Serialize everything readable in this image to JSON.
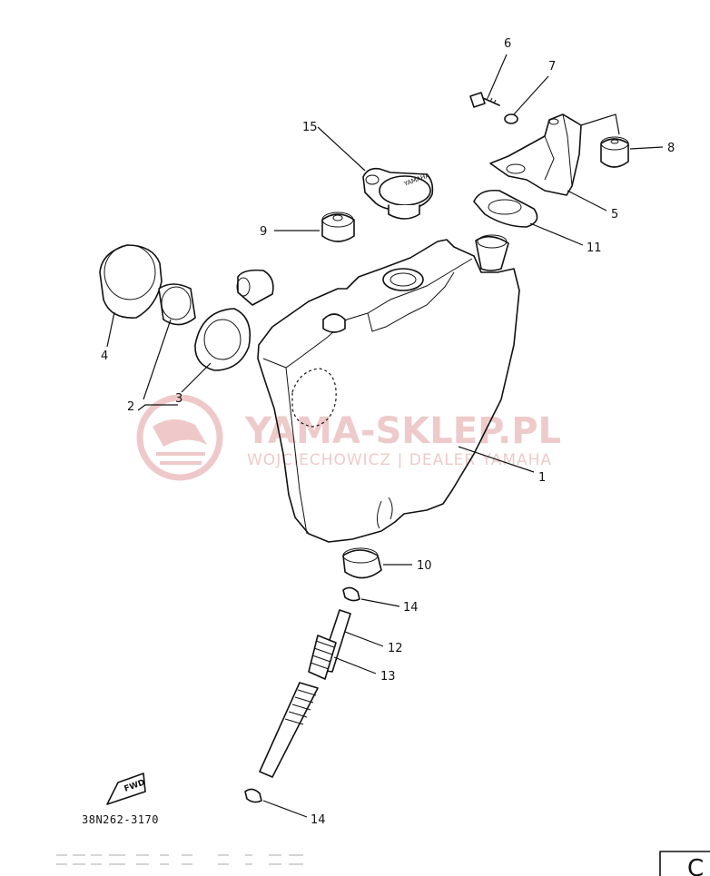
{
  "diagram": {
    "part_code": "38N262-3170",
    "fwd_mark": "FWD",
    "footer_scan_text": "",
    "corner_mark": "C"
  },
  "watermark": {
    "main": "YAMA-SKLEP.PL",
    "sub": "WOJCIECHOWICZ | DEALER YAMAHA",
    "color": "#e9b9b9"
  },
  "callouts": {
    "n1": "1",
    "n2": "2",
    "n3": "3",
    "n4": "4",
    "n5": "5",
    "n6": "6",
    "n7": "7",
    "n8": "8",
    "n9": "9",
    "n10": "10",
    "n11": "11",
    "n12": "12",
    "n13": "13",
    "n14a": "14",
    "n14b": "14",
    "n15": "15"
  },
  "icons": [
    "fuel-tank-icon",
    "fuel-cap-icon",
    "fuel-cock-icon",
    "bracket-icon",
    "bolt-icon",
    "washer-icon",
    "damper-icon",
    "grommet-icon",
    "fuel-hose-icon",
    "hose-clip-icon",
    "fwd-arrow-icon",
    "yamaha-logo-icon"
  ]
}
